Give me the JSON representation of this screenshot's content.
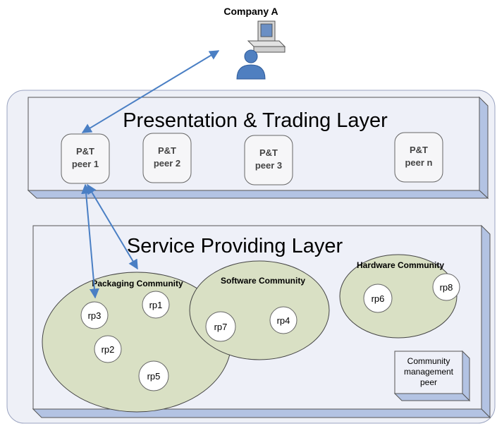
{
  "company": {
    "label": "Company A"
  },
  "presentation_layer": {
    "title": "Presentation & Trading Layer",
    "peers": [
      {
        "line1": "P&T",
        "line2": "peer 1"
      },
      {
        "line1": "P&T",
        "line2": "peer 2"
      },
      {
        "line1": "P&T",
        "line2": "peer 3"
      },
      {
        "line1": "P&T",
        "line2": "peer n"
      }
    ]
  },
  "service_layer": {
    "title": "Service Providing Layer",
    "communities": [
      {
        "name": "Packaging Community"
      },
      {
        "name": "Software Community"
      },
      {
        "name": "Hardware Community"
      }
    ],
    "resource_peers": [
      "rp1",
      "rp2",
      "rp3",
      "rp4",
      "rp5",
      "rp6",
      "rp7",
      "rp8"
    ],
    "management_peer": {
      "line1": "Community",
      "line2": "management",
      "line3": "peer"
    }
  },
  "colors": {
    "layer_face": "#eef0f8",
    "layer_side": "#b3c3e3",
    "outer_bg": "#eef0f7",
    "community_fill": "#d9e0c4",
    "arrow": "#4a7fc4"
  }
}
